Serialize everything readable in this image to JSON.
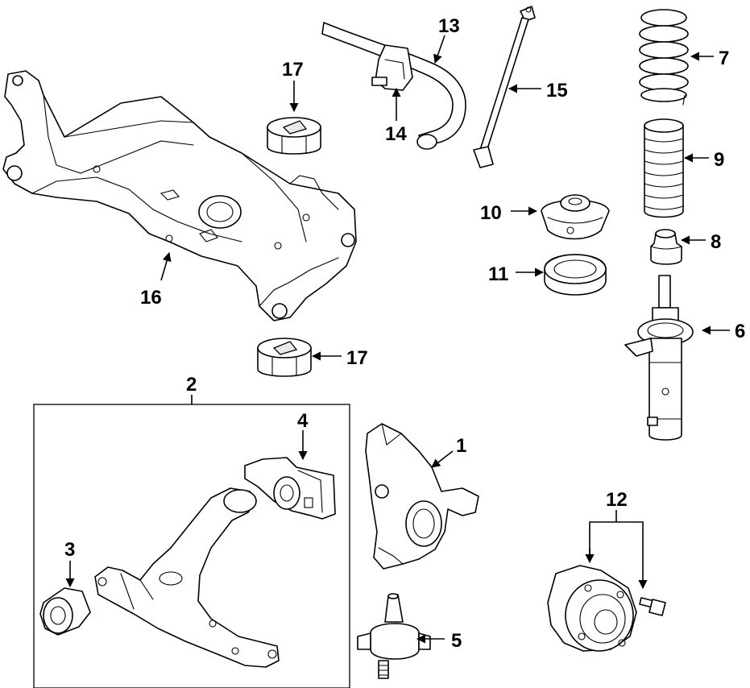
{
  "diagram": {
    "callouts": {
      "c1": "1",
      "c2": "2",
      "c3": "3",
      "c4": "4",
      "c5": "5",
      "c6": "6",
      "c7": "7",
      "c8": "8",
      "c9": "9",
      "c10": "10",
      "c11": "11",
      "c12": "12",
      "c13": "13",
      "c14": "14",
      "c15": "15",
      "c16": "16",
      "c17a": "17",
      "c17b": "17"
    },
    "colors": {
      "ink": "#000000",
      "background": "#ffffff"
    }
  }
}
